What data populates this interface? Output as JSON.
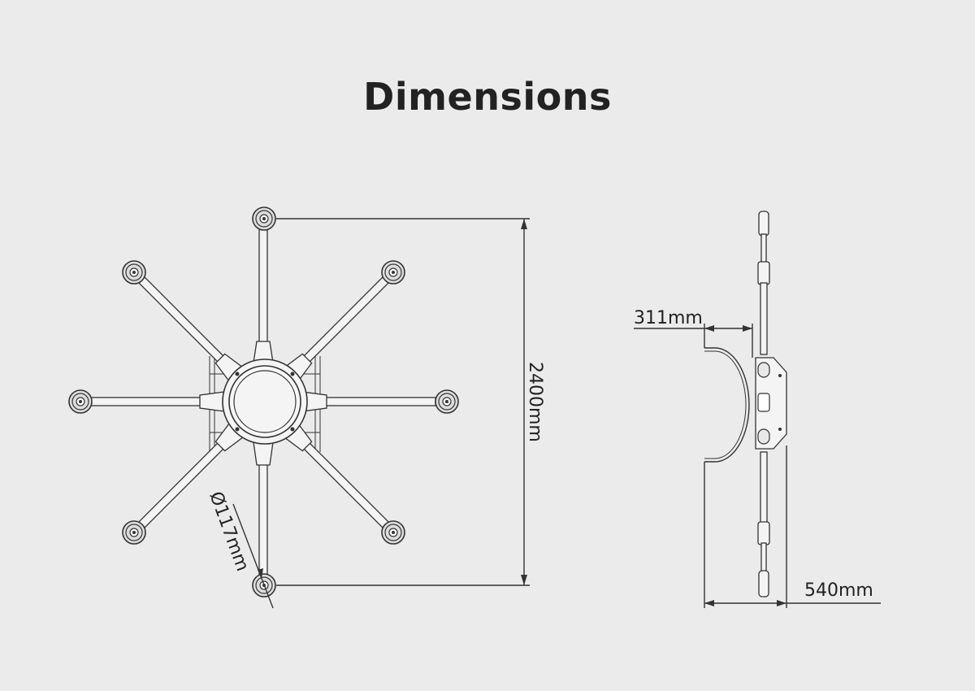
{
  "title": "Dimensions",
  "dimensions": {
    "height": "2400mm",
    "diameter": "Ø117mm",
    "depth": "311mm",
    "width": "540mm"
  }
}
